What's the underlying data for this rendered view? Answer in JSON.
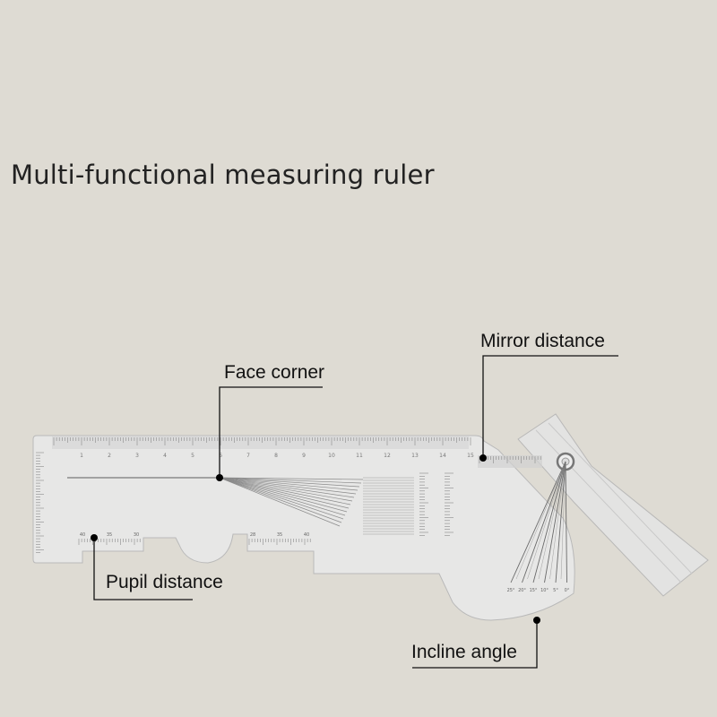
{
  "title": "Multi-functional measuring ruler",
  "callouts": {
    "face_corner": "Face corner",
    "mirror_distance": "Mirror distance",
    "pupil_distance": "Pupil distance",
    "incline_angle": "Incline angle"
  },
  "ruler": {
    "top_scale_labels": [
      "1",
      "2",
      "3",
      "4",
      "5",
      "6",
      "7",
      "8",
      "9",
      "10",
      "11",
      "12",
      "13",
      "14",
      "15"
    ],
    "pd_left_labels": [
      "40",
      "35",
      "30"
    ],
    "pd_right_labels": [
      "28",
      "35",
      "40"
    ],
    "angle_labels": [
      "25°",
      "20°",
      "15°",
      "10°",
      "5°",
      "0°"
    ]
  },
  "colors": {
    "background": "#dedbd3",
    "ruler_fill": "#e9e9e9",
    "ruler_edge": "#bdbdbd",
    "tick": "#8a8a8a",
    "leader": "#111111"
  }
}
